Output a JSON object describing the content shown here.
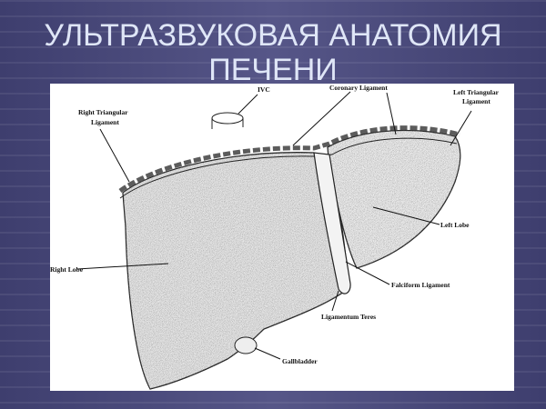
{
  "slide": {
    "title_line1": "УЛЬТРАЗВУКОВАЯ АНАТОМИЯ",
    "title_line2": "ПЕЧЕНИ"
  },
  "diagram": {
    "labels": {
      "ivc": "IVC",
      "coronary_ligament": "Coronary Ligament",
      "left_triangular_ligament_1": "Left Triangular",
      "left_triangular_ligament_2": "Ligament",
      "right_triangular_ligament_1": "Right Triangular",
      "right_triangular_ligament_2": "Ligament",
      "left_lobe": "Left Lobe",
      "right_lobe": "Right Lobe",
      "falciform_ligament": "Falciform Ligament",
      "ligamentum_teres": "Ligamentum Teres",
      "gallbladder": "Gallbladder"
    }
  },
  "colors": {
    "background": "#4a4a7c",
    "title": "#dfe6f7"
  }
}
